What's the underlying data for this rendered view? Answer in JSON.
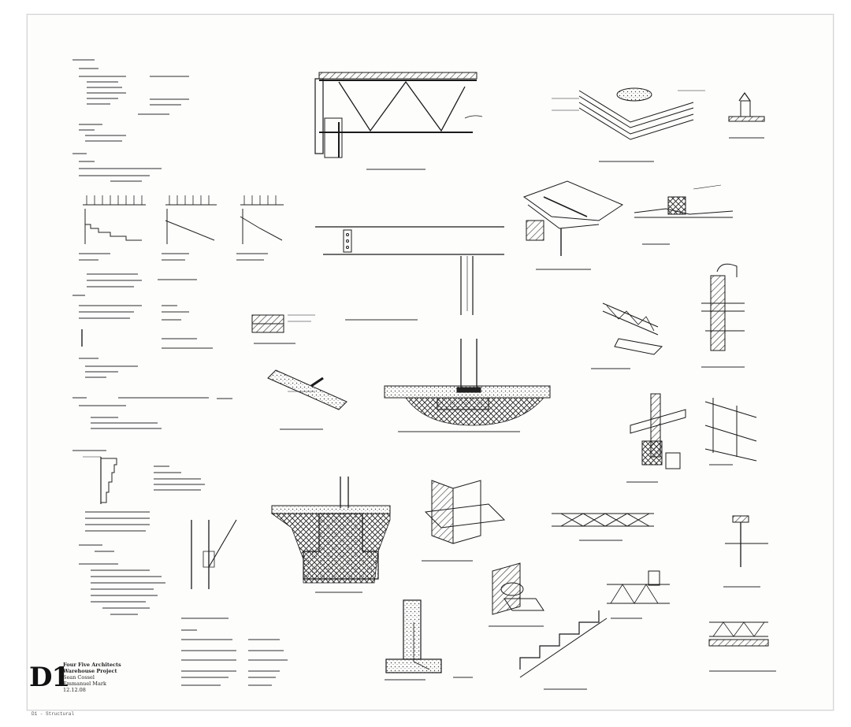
{
  "sheet": {
    "code": "D1",
    "title_lines": [
      "Four Five Architects",
      "Warehouse Project",
      "Sean Cossel",
      "Emmanuel Mark",
      "12.12.08"
    ],
    "footer_text": "D1 - Structural"
  },
  "colors": {
    "ink": "#1a1a1a",
    "hatch": "#333333",
    "paper": "#fdfdfc",
    "border": "#d6d6d6"
  }
}
